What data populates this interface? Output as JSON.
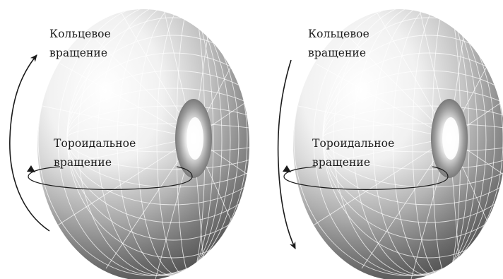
{
  "panels": [
    {
      "ring_label_line1": "Кольцевое",
      "ring_label_line2": "вращение",
      "toroidal_label_line1": "Тороидальное",
      "toroidal_label_line2": "вращение",
      "ring_arrow_direction": "up"
    },
    {
      "ring_label_line1": "Кольцевое",
      "ring_label_line2": "вращение",
      "toroidal_label_line1": "Тороидальное",
      "toroidal_label_line2": "вращение",
      "ring_arrow_direction": "down"
    }
  ],
  "colors": {
    "torus_highlight": "#ffffff",
    "torus_shadow": "#6a6a6a",
    "mesh": "#ffffff",
    "arrow": "#1a1a1a",
    "text": "#1c1c1c"
  }
}
